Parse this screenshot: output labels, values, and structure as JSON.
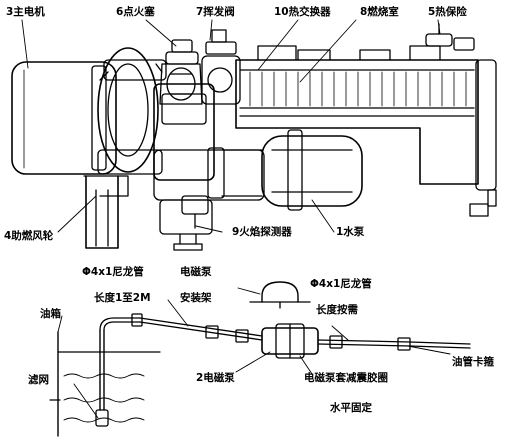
{
  "labels": {
    "main_motor": "3主电机",
    "spark_plug": "6点火塞",
    "evap_valve": "7挥发阀",
    "heat_exchanger": "10热交换器",
    "combustion_chamber": "8燃烧室",
    "thermal_fuse": "5热保险",
    "fan_wheel": "4助燃风轮",
    "flame_detector": "9火焰探测器",
    "water_pump": "1水泵",
    "tube_left": "Φ4x1尼龙管",
    "tube_left_length": "长度1至2M",
    "pump_bracket_a": "电磁泵",
    "pump_bracket_b": "安装架",
    "tube_right": "Φ4x1尼龙管",
    "tube_right_length": "长度按需",
    "fuel_tank": "油箱",
    "filter": "滤网",
    "solenoid_pump": "2电磁泵",
    "damping_ring": "电磁泵套减震胶圈",
    "horizontal_fix": "水平固定",
    "pipe_clamp": "油管卡箍"
  }
}
